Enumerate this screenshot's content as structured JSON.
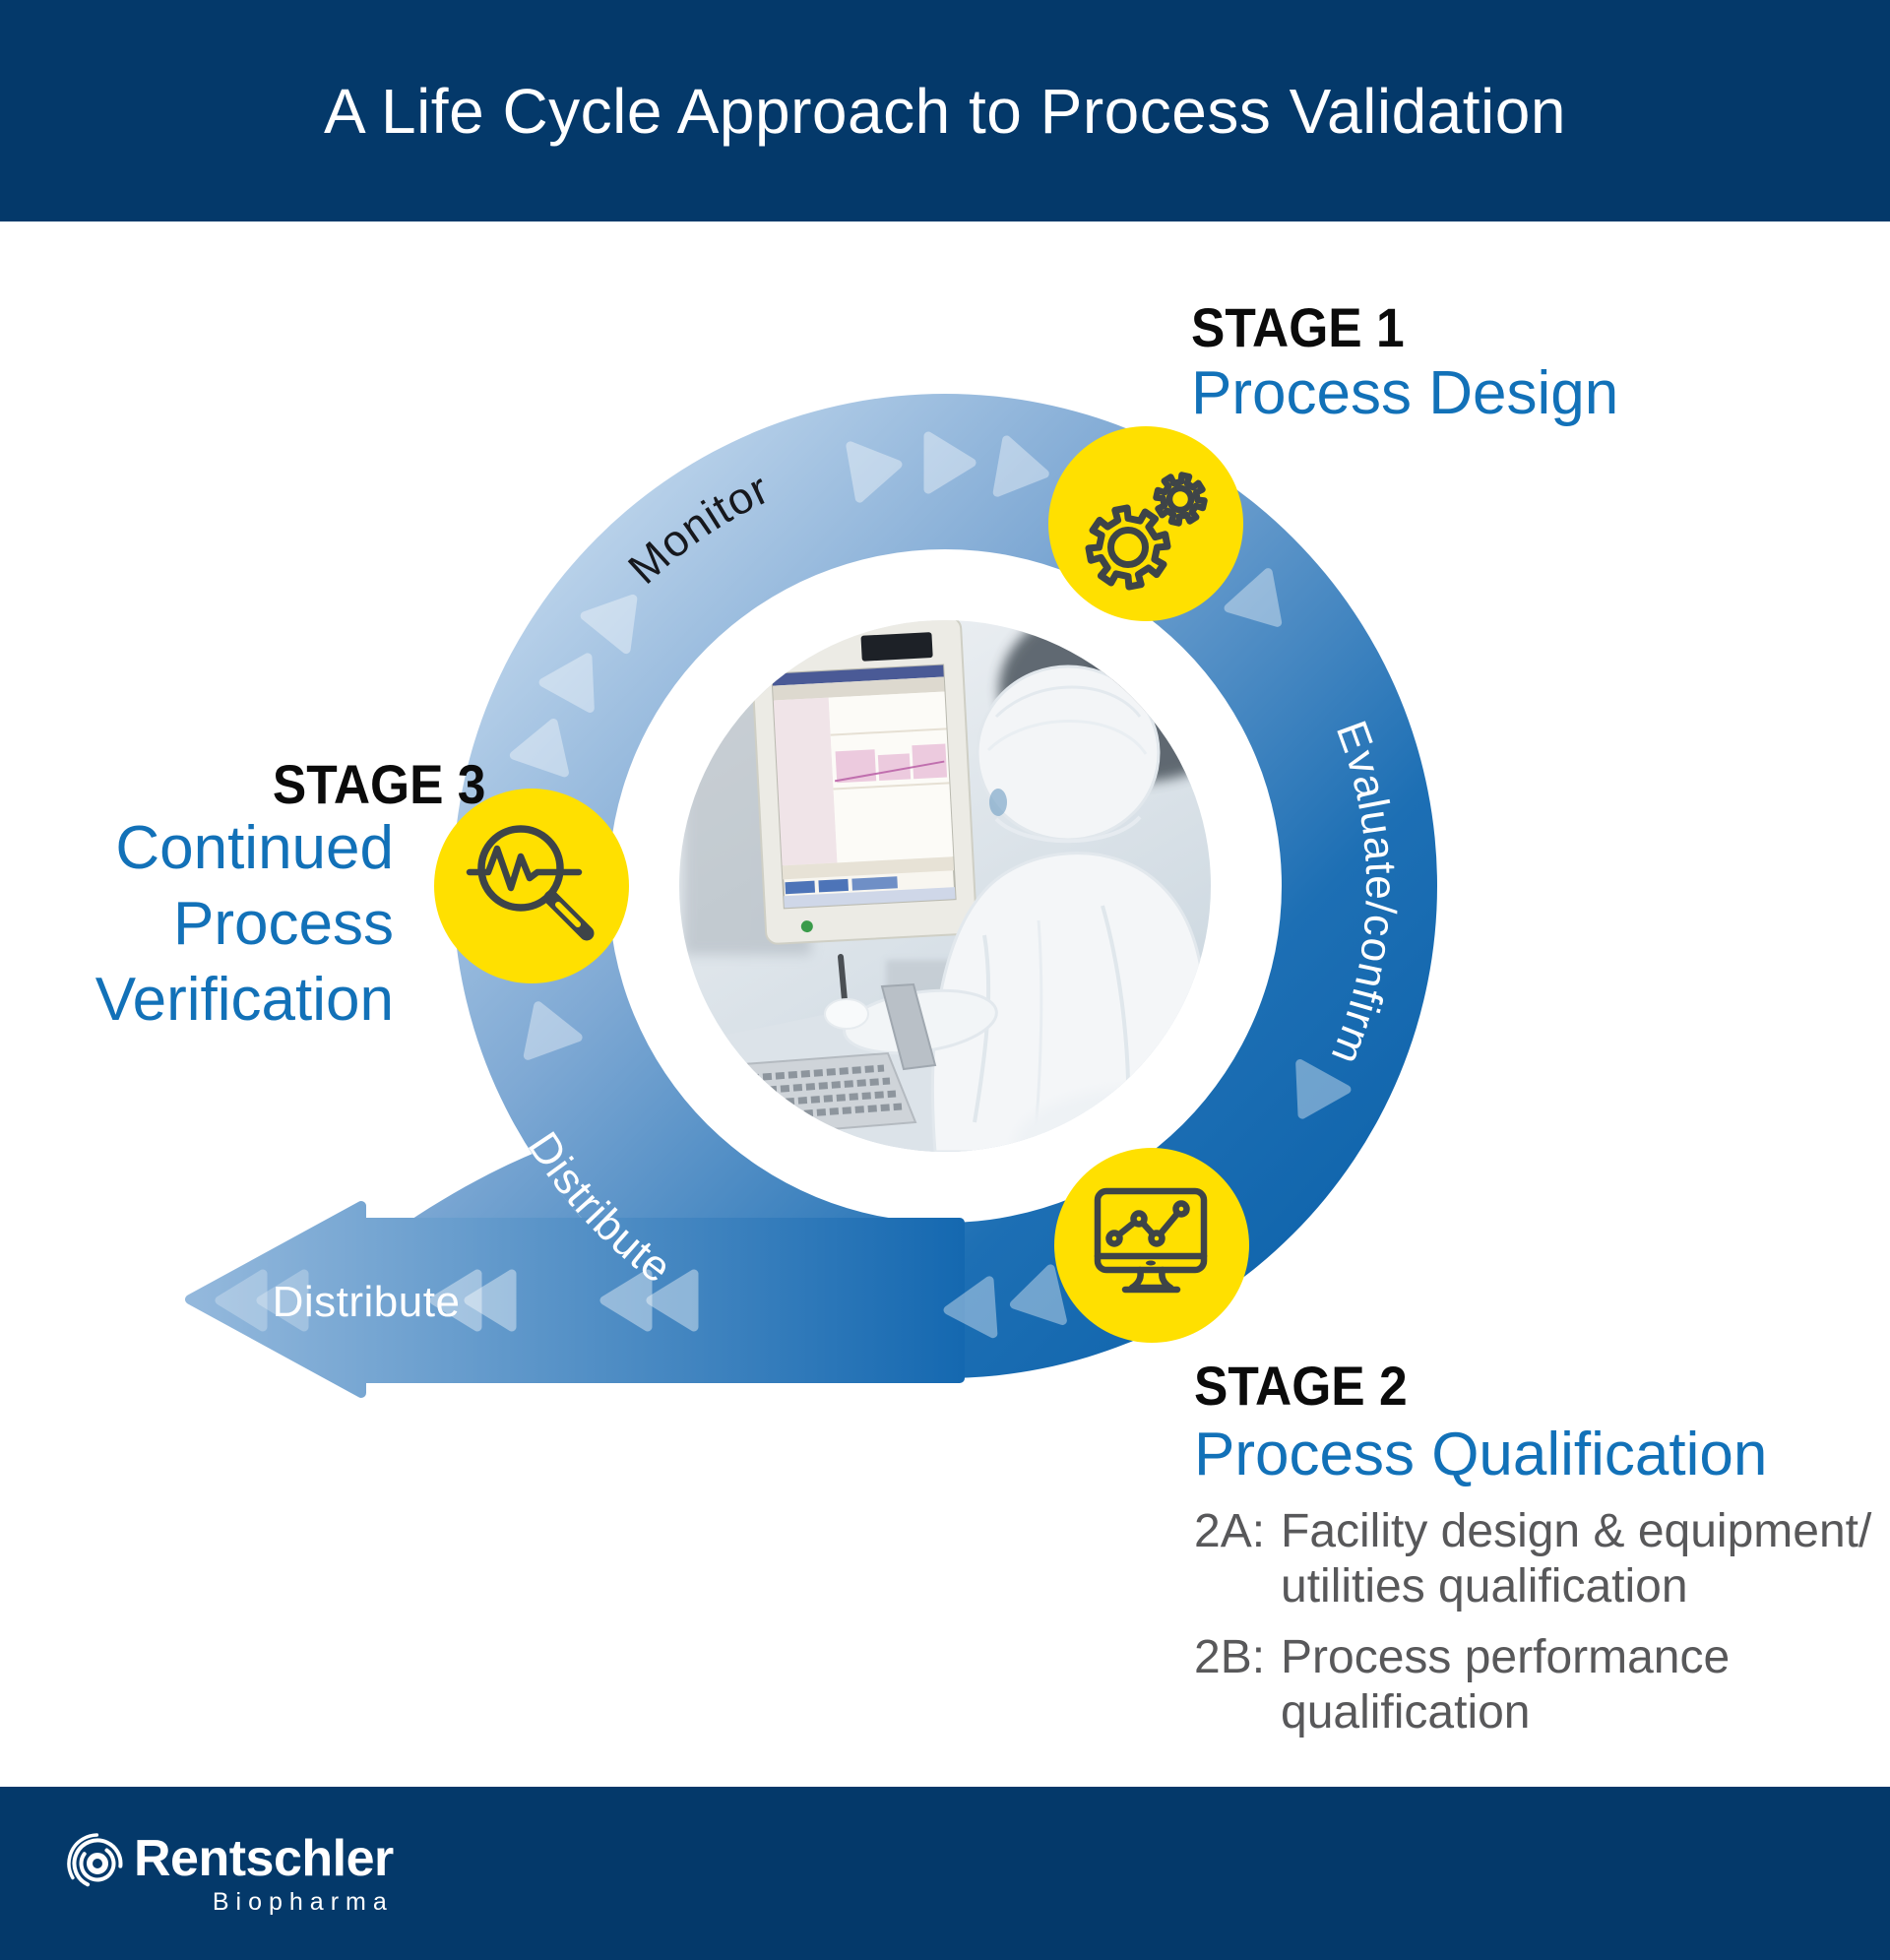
{
  "header": {
    "title": "A Life Cycle Approach to Process Validation"
  },
  "cycle": {
    "monitor_label": "Monitor",
    "evaluate_label": "Evaluate/confirm",
    "distribute_curved_label": "Distribute",
    "distribute_arrow_label": "Distribute",
    "icons": [
      "gears-icon",
      "magnifier-pulse-icon",
      "monitor-chart-icon"
    ],
    "center_image": "cleanroom-operator-at-chromatography-workstation-photo"
  },
  "stages": {
    "stage1": {
      "label": "STAGE 1",
      "title": "Process Design"
    },
    "stage2": {
      "label": "STAGE 2",
      "title": "Process Qualification",
      "items": [
        {
          "key": "2A:",
          "lines": [
            "Facility design & equipment/",
            "utilities qualification"
          ]
        },
        {
          "key": "2B:",
          "lines": [
            "Process performance",
            "qualification"
          ]
        }
      ]
    },
    "stage3": {
      "label": "STAGE 3",
      "lines": [
        "Continued",
        "Process",
        "Verification"
      ]
    }
  },
  "footer": {
    "brand": "Rentschler",
    "division": "Biopharma"
  },
  "colors": {
    "navy": "#04396A",
    "accent_blue": "#1271B8",
    "ring_dark": "#0E63AB",
    "ring_light": "#CFE1F2",
    "badge_yellow": "#FFE000",
    "icon_stroke": "#3E4448",
    "body_gray": "#58585A"
  }
}
